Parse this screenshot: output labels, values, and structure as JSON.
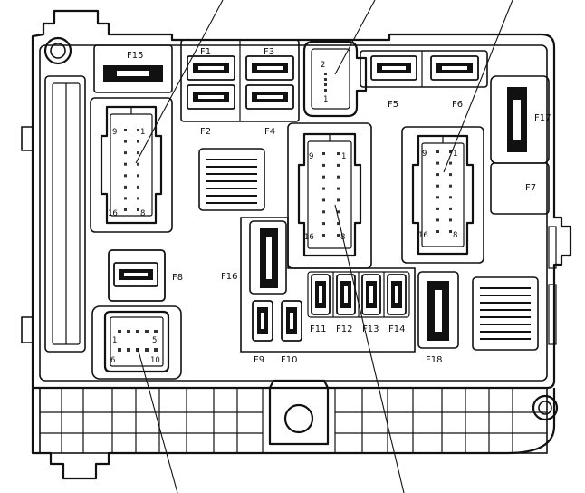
{
  "fuses": {
    "F1": "F1",
    "F2": "F2",
    "F3": "F3",
    "F4": "F4",
    "F5": "F5",
    "F6": "F6",
    "F7": "F7",
    "F8": "F8",
    "F9": "F9",
    "F10": "F10",
    "F11": "F11",
    "F12": "F12",
    "F13": "F13",
    "F14": "F14",
    "F15": "F15",
    "F16": "F16",
    "F17": "F17",
    "F18": "F18"
  },
  "connectors": {
    "small_top": {
      "top": "2",
      "bottom": "1"
    },
    "left": {
      "top_left": "9",
      "top_right": "1",
      "bottom_left": "16",
      "bottom_right": "8"
    },
    "center": {
      "top_left": "9",
      "top_right": "1",
      "bottom_left": "16",
      "bottom_right": "8"
    },
    "right": {
      "top_left": "9",
      "top_right": "1",
      "bottom_left": "16",
      "bottom_right": "8"
    },
    "bottom_left": {
      "top_left": "1",
      "top_right": "5",
      "bottom_left": "6",
      "bottom_right": "10"
    }
  },
  "icons": {
    "mounting_hole": "mounting-hole-icon",
    "vent": "vent-grille-icon"
  }
}
